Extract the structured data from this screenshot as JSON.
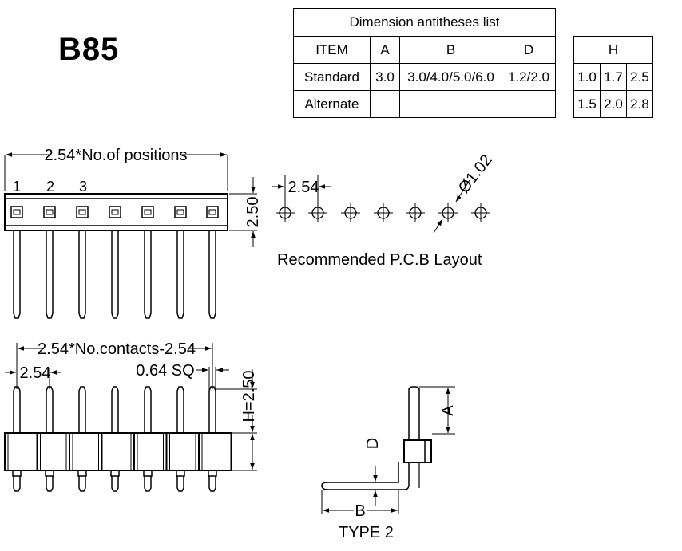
{
  "part_number": "B85",
  "dimension_table": {
    "title": "Dimension antitheses list",
    "headers": [
      "ITEM",
      "A",
      "B",
      "D"
    ],
    "rows": [
      [
        "Standard",
        "3.0",
        "3.0/4.0/5.0/6.0",
        "1.2/2.0"
      ],
      [
        "Alternate",
        "",
        "",
        ""
      ]
    ]
  },
  "h_table": {
    "header": "H",
    "rows": [
      [
        "1.0",
        "1.7",
        "2.5"
      ],
      [
        "1.5",
        "2.0",
        "2.8"
      ]
    ]
  },
  "top_view": {
    "width_label": "2.54*No.of positions",
    "height_label": "2.50",
    "pin_numbers": [
      "1",
      "2",
      "3"
    ]
  },
  "pcb_layout": {
    "pitch_label": "2.54",
    "hole_label": "Ø1.02",
    "caption": "Recommended P.C.B Layout"
  },
  "front_view": {
    "span_label": "2.54*No.contacts-2.54",
    "pitch_label": "2.54",
    "pin_size_label": "0.64 SQ",
    "height_label": "H=2.50"
  },
  "side_view": {
    "label_a": "A",
    "label_b": "B",
    "label_d": "D",
    "caption": "TYPE 2"
  }
}
